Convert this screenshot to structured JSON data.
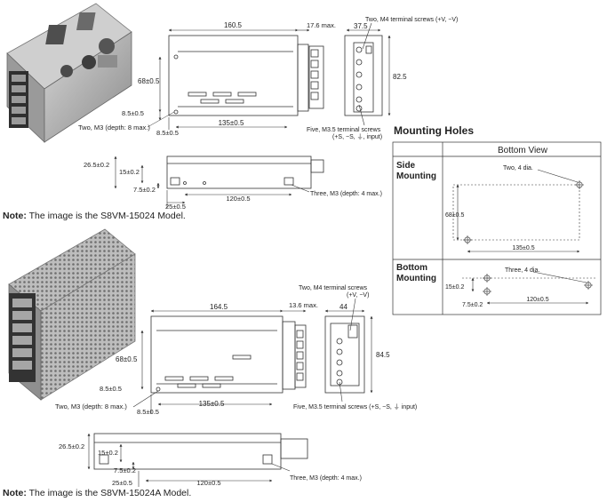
{
  "top_model": {
    "note_prefix": "Note:",
    "note_text": " The image is the S8VM-15024 Model.",
    "dims": {
      "width_main": "160.5",
      "width_max": "17.6 max.",
      "depth_top": "37.5",
      "height_right": "82.5",
      "height_mount": "68±0.5",
      "offset_small": "8.5±0.5",
      "offset_bottom": "8.5±0.5",
      "pitch": "135±0.5",
      "thickness": "26.5±0.2",
      "side_h": "15±0.2",
      "side_off": "7.5±0.2",
      "side_x": "25±0.5",
      "side_pitch": "120±0.5"
    },
    "callouts": {
      "m4": "Two, M4 terminal screws (+V, −V)",
      "m3_depth": "Two, M3 (depth: 8 max.)",
      "m35_line1": "Five, M3.5 terminal screws",
      "m35_line2": "(+S, −S, ⏚, input)",
      "three_m3": "Three, M3 (depth: 4 max.)"
    }
  },
  "bottom_model": {
    "note_prefix": "Note:",
    "note_text": " The image is the S8VM-15024A Model.",
    "dims": {
      "width_main": "164.5",
      "width_max": "13.6 max.",
      "depth_top": "44",
      "height_right": "84.5",
      "height_mount": "68±0.5",
      "offset_small": "8.5±0.5",
      "offset_bottom": "8.5±0.5",
      "pitch": "135±0.5",
      "thickness": "26.5±0.2",
      "side_h": "15±0.2",
      "side_off": "7.5±0.2",
      "side_x": "25±0.5",
      "side_pitch": "120±0.5"
    },
    "callouts": {
      "m4_line1": "Two, M4 terminal screws",
      "m4_line2": "(+V, −V)",
      "m3_depth": "Two, M3 (depth: 8 max.)",
      "m35": "Five, M3.5 terminal screws (+S, −S, ⏚ input)",
      "three_m3": "Three, M3 (depth: 4 max.)"
    }
  },
  "mounting_holes": {
    "title": "Mounting Holes",
    "header": "Bottom View",
    "side_label_1": "Side",
    "side_label_2": "Mounting",
    "side_two_dia": "Two, 4 dia.",
    "side_h": "68±0.5",
    "side_pitch": "135±0.5",
    "bottom_label_1": "Bottom",
    "bottom_label_2": "Mounting",
    "bottom_three_dia": "Three, 4 dia.",
    "bottom_h": "15±0.2",
    "bottom_off": "7.5±0.2",
    "bottom_pitch": "120±0.5"
  }
}
